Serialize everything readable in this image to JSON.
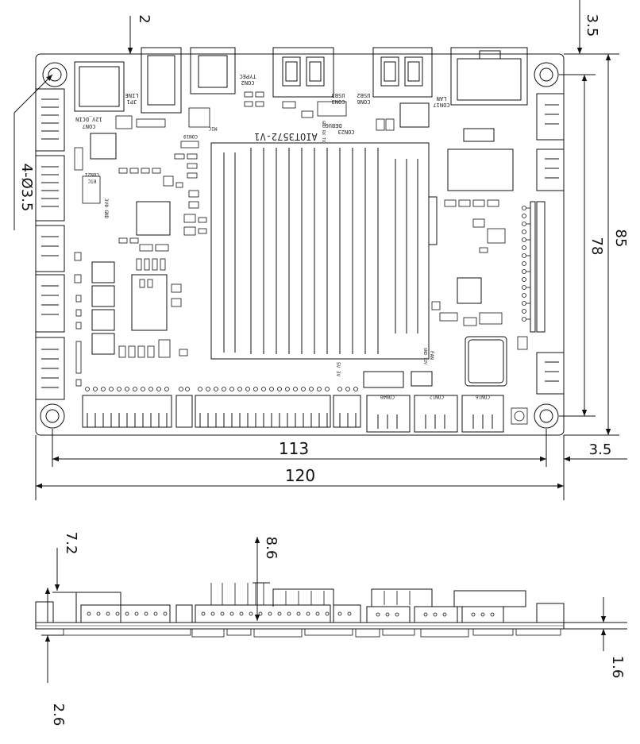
{
  "colors": {
    "line": "#111111",
    "background": "#ffffff"
  },
  "top_view": {
    "dimensions": {
      "connector_offset": "2",
      "edge_top": "3.5",
      "height_total": "85",
      "height_holes": "78",
      "width_holes": "113",
      "width_total": "120",
      "edge_right": "3.5",
      "holes": "4-Ø3.5"
    },
    "labels": {
      "board_name": "AIOT3572-V1",
      "dcin": "12V_DCIN",
      "dcin_ref": "CON7",
      "line": "LINE",
      "line_ref": "JP1",
      "typec": "TYPEC",
      "typec_ref": "CON2",
      "usb30": "USB3",
      "usb30_ref": "CON3",
      "usb20": "USB2",
      "usb20_ref": "CON6",
      "lan": "LAN",
      "lan_ref": "CON17",
      "debug": "DEBUG",
      "debug_ref": "CON23",
      "debug_pins": "GND RX TX",
      "mic_ref": "CON19",
      "mic": "MIC",
      "rtc_ref": "CON21",
      "rtc": "RTC",
      "rtc_pins": "3V0 GND",
      "fan": "FAN",
      "fan_pins": "GND 12V",
      "power_pins": "5V 3V",
      "con_left": "CON40",
      "con_mid": "CON12",
      "con_right": "CON16"
    }
  },
  "side_view": {
    "dimensions": {
      "connector_height": "7.2",
      "pin_height": "8.6",
      "bottom_clearance": "2.6",
      "pcb_thickness": "1.6"
    }
  }
}
